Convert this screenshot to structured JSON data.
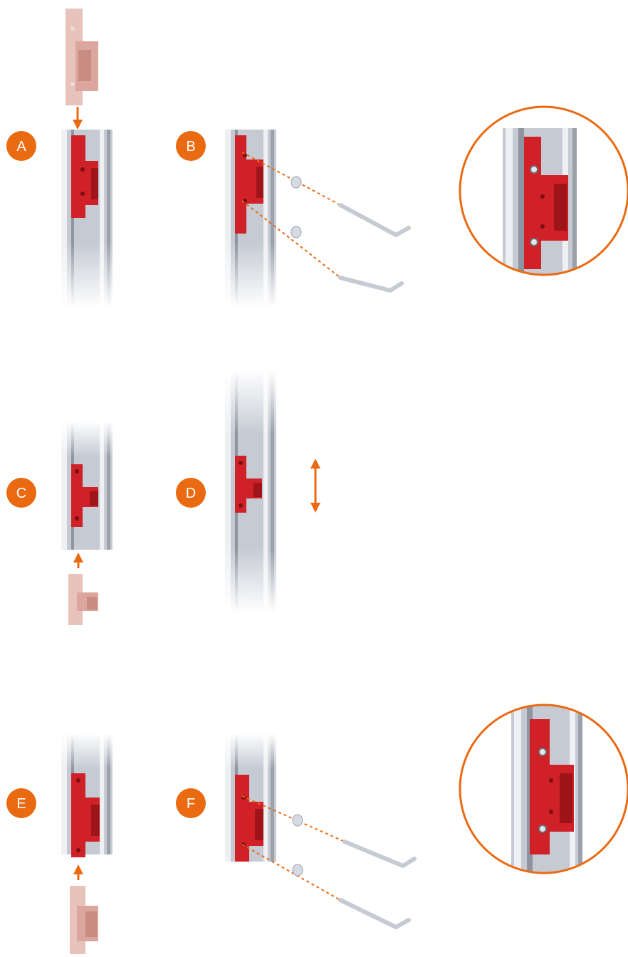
{
  "colors": {
    "accent": "#ea6a12",
    "bracket_red": "#cf2127",
    "bracket_red_dark": "#9e1419",
    "bracket_ghost": "#e8b9b1",
    "aluminium": "#c5cad3",
    "aluminium_dark": "#8e95a0",
    "aluminium_light": "#eef0f3"
  },
  "steps": [
    {
      "label": "A"
    },
    {
      "label": "B"
    },
    {
      "label": "C"
    },
    {
      "label": "D"
    },
    {
      "label": "E"
    },
    {
      "label": "F"
    }
  ],
  "icons": {
    "down_arrow": "arrow-down-icon",
    "up_arrow": "arrow-up-icon",
    "double_arrow": "double-arrow-vertical-icon",
    "hex_key": "hex-key-icon",
    "nut": "nut-icon",
    "zoom": "zoom-circle"
  }
}
